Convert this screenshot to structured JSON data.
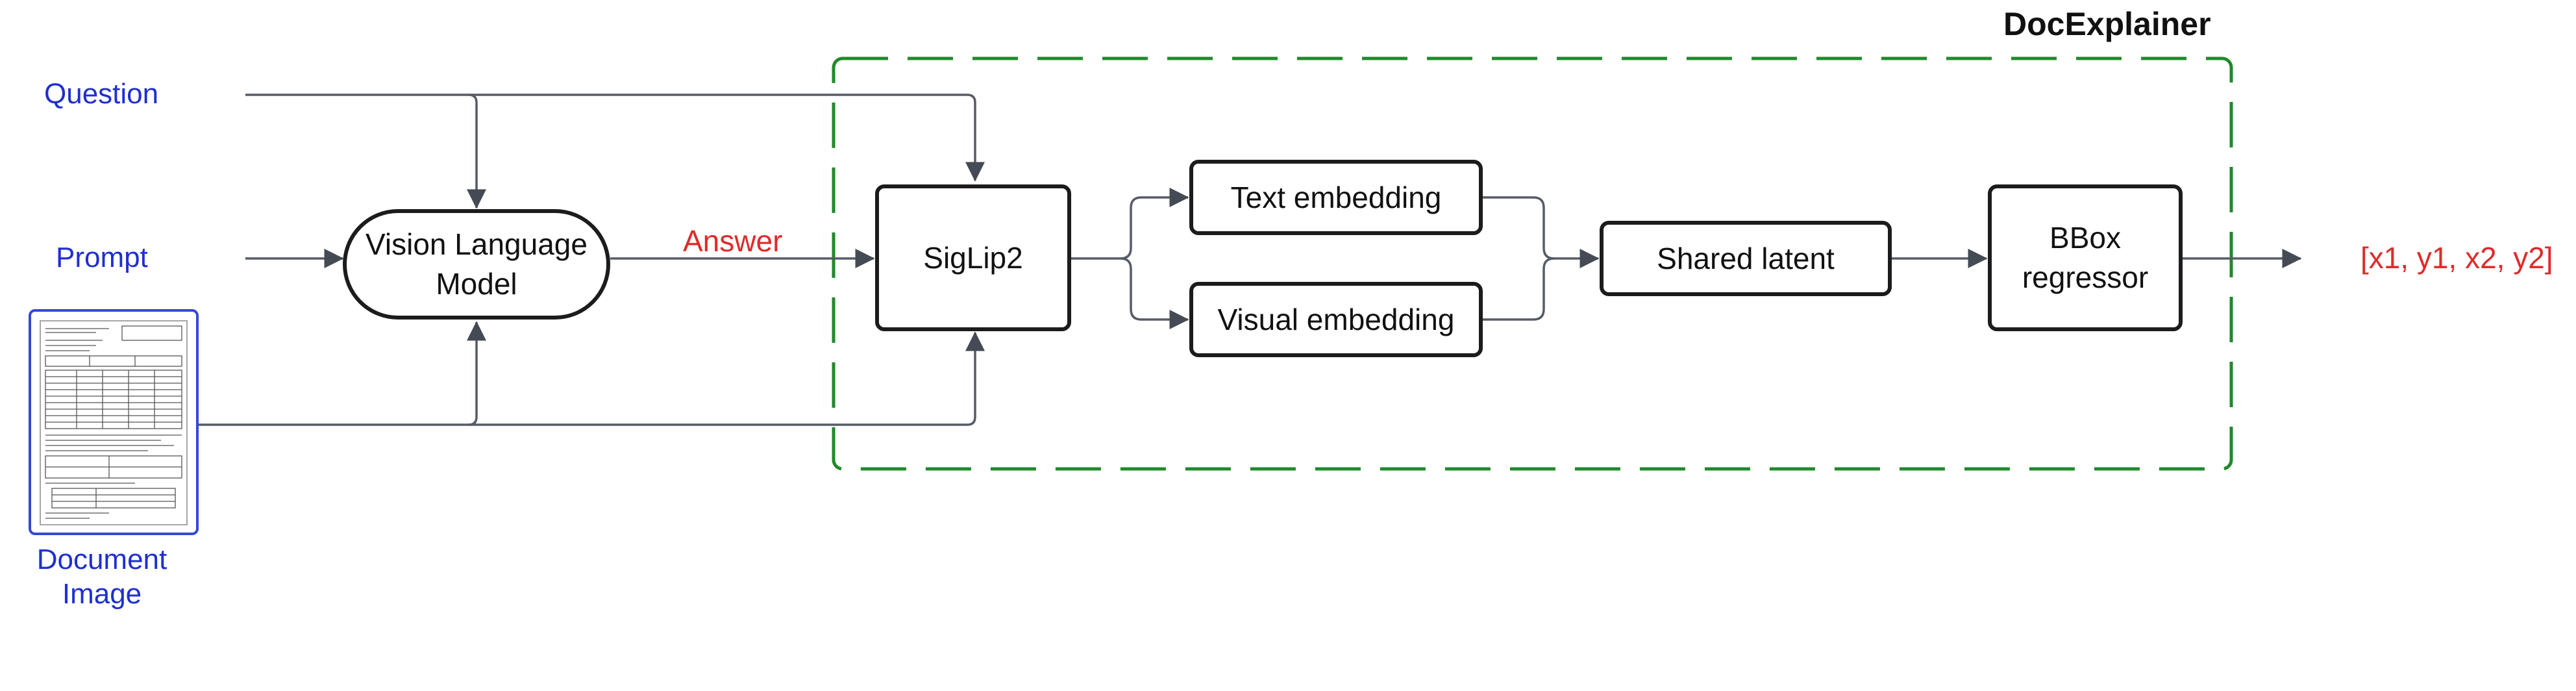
{
  "diagram": {
    "title": "DocExplainer",
    "inputs": {
      "question": "Question",
      "prompt": "Prompt",
      "document_image_line1": "Document",
      "document_image_line2": "Image"
    },
    "nodes": {
      "vlm_line1": "Vision Language",
      "vlm_line2": "Model",
      "siglip": "SigLip2",
      "text_embedding": "Text embedding",
      "visual_embedding": "Visual embedding",
      "shared_latent": "Shared latent",
      "bbox_line1": "BBox",
      "bbox_line2": "regressor"
    },
    "edge_labels": {
      "answer": "Answer"
    },
    "output": "[x1, y1, x2, y2]"
  }
}
